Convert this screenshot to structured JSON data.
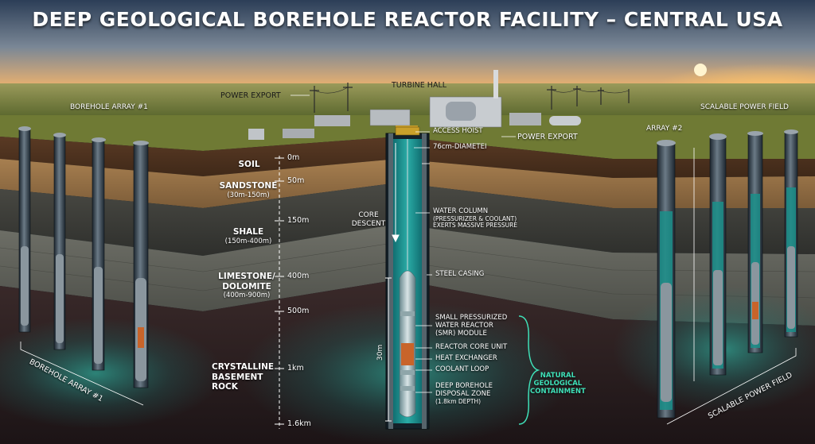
{
  "title": "DEEP GEOLOGICAL BOREHOLE REACTOR FACILITY – CENTRAL USA",
  "surface_labels": {
    "turbine_hall": "TURBINE HALL",
    "power_export_left": "POWER EXPORT",
    "power_export_right": "POWER EXPORT",
    "borehole_array_1": "BOREHOLE ARRAY #1",
    "array_2": "ARRAY #2",
    "scalable_power_field": "SCALABLE POWER FIELD"
  },
  "layers": [
    {
      "name": "SOIL",
      "range": ""
    },
    {
      "name": "SANDSTONE",
      "range": "(30m-150m)"
    },
    {
      "name": "SHALE",
      "range": "(150m-400m)"
    },
    {
      "name": "LIMESTONE/ DOLOMITE",
      "range": "(400m-900m)"
    },
    {
      "name": "CRYSTALLINE BASEMENT ROCK",
      "range": ""
    }
  ],
  "depth_marks": [
    "0m",
    "50m",
    "150m",
    "400m",
    "500m",
    "1km",
    "1.6km"
  ],
  "core_descent": "CORE DESCENT",
  "length_30m": "30m",
  "callouts": {
    "access_hoist": "ACCESS HOIST",
    "diameter": "76cm-DIAMETEI",
    "water_column": "WATER COLUMN",
    "water_column_sub": "(PRESSURIZER & COOLANT)",
    "water_column_sub2": "EXERTS MASSIVE PRESSURE",
    "steel_casing": "STEEL CASING",
    "smr_line1": "SMALL PRESSURIZED",
    "smr_line2": "WATER REACTOR",
    "smr_line3": "(SMR) MODULE",
    "reactor_core": "REACTOR CORE UNIT",
    "heat_exchanger": "HEAT EXCHANGER",
    "coolant_loop": "COOLANT LOOP",
    "disposal_line1": "DEEP BOREHOLE",
    "disposal_line2": "DISPOSAL ZONE",
    "disposal_sub": "(1.8km DEPTH)",
    "containment_line1": "NATURAL",
    "containment_line2": "GEOLOGICAL",
    "containment_line3": "CONTAINMENT"
  },
  "bottom_labels": {
    "left": "BOREHOLE ARRAY #1",
    "right": "SCALABLE POWER FIELD"
  },
  "colors": {
    "water": "#1fa9a8",
    "glow": "#2fd6c0",
    "containment": "#3fe0b8",
    "core": "#c8642a"
  }
}
